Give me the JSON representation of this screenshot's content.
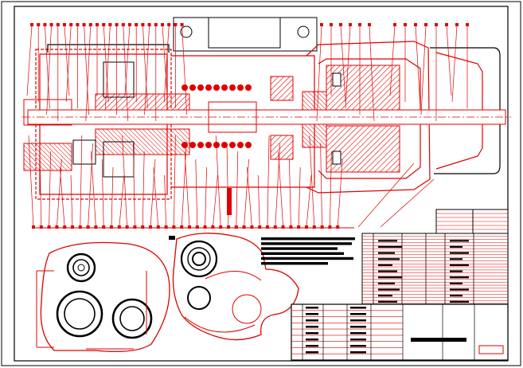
{
  "drawing": {
    "line_color": "#e00000",
    "ink_color": "#000000",
    "paper_color": "#ffffff",
    "hatch_color": "#e00000"
  },
  "balloons_top": {
    "count": 38
  },
  "balloons_bottom": {
    "count": 40
  },
  "parts_list": {
    "rows": 40,
    "columns": 6
  },
  "title_block": {
    "rows": 9
  }
}
